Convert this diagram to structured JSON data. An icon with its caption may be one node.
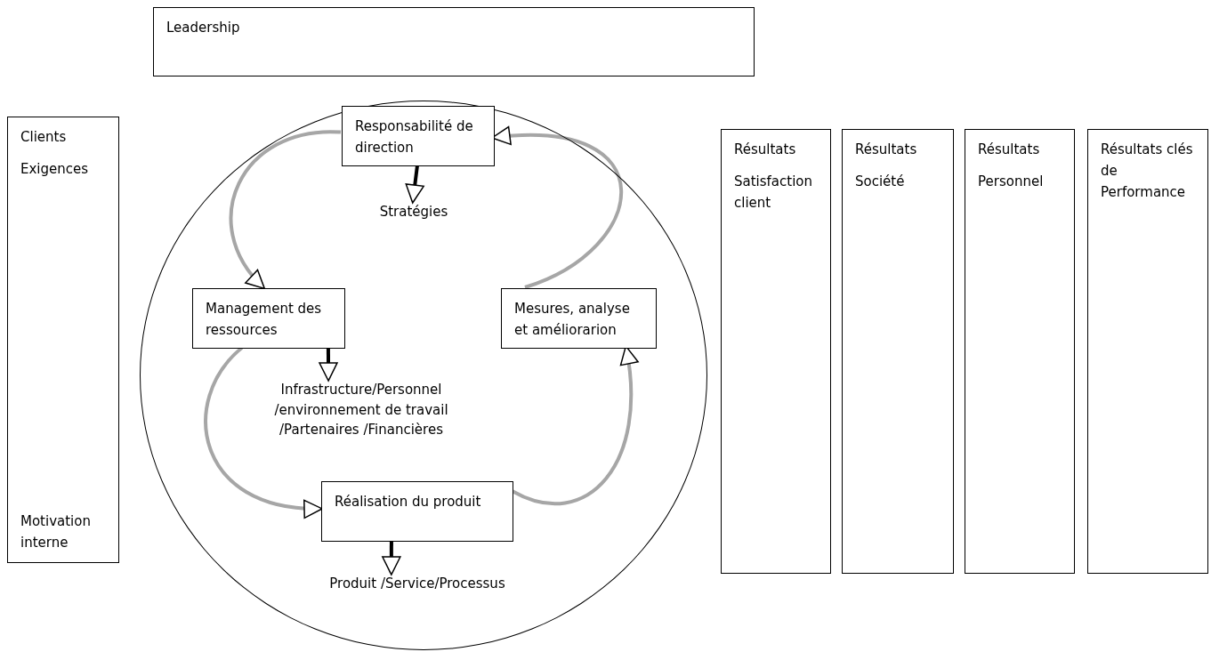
{
  "diagram": {
    "nodes": [
      {
        "text": [
          "Leadership"
        ]
      },
      {
        "text": [
          "Clients",
          "Exigences",
          "Motivation interne"
        ]
      },
      {
        "text": [],
        "shape": "circle"
      },
      {
        "text": [
          "Responsabilité de direction"
        ],
        "in": 2
      },
      {
        "text": [
          "Stratégies"
        ],
        "in": 2
      },
      {
        "text": [
          "Management des ressources"
        ],
        "in": 2
      },
      {
        "text": [
          "Infrastructure/Personnel /environnement de travail /Partenaires /Financières"
        ],
        "in": 2
      },
      {
        "text": [
          "Mesures, analyse et améliorarion"
        ],
        "in": 2
      },
      {
        "text": [
          "Réalisation du produit"
        ],
        "in": 2
      },
      {
        "text": [
          "Produit /Service/Processus"
        ],
        "in": 2
      },
      {
        "text": [
          "Résultats",
          "Satisfaction client"
        ]
      },
      {
        "text": [
          "Résultats",
          "Société"
        ]
      },
      {
        "text": [
          "Résultats",
          "Personnel"
        ]
      },
      {
        "text": [
          "Résultats clés de Performance"
        ]
      }
    ],
    "edges": [
      {
        "from": 3,
        "to": 4,
        "arrow": "to",
        "color": "#000000"
      },
      {
        "from": 3,
        "to": 5,
        "arrow": "to"
      },
      {
        "from": 5,
        "to": 6,
        "arrow": "to",
        "color": "#000000"
      },
      {
        "from": 5,
        "to": 8,
        "arrow": "to"
      },
      {
        "from": 8,
        "to": 9,
        "arrow": "to",
        "color": "#000000"
      },
      {
        "from": 8,
        "to": 7,
        "arrow": "to"
      },
      {
        "from": 7,
        "to": 3,
        "arrow": "to"
      }
    ]
  }
}
